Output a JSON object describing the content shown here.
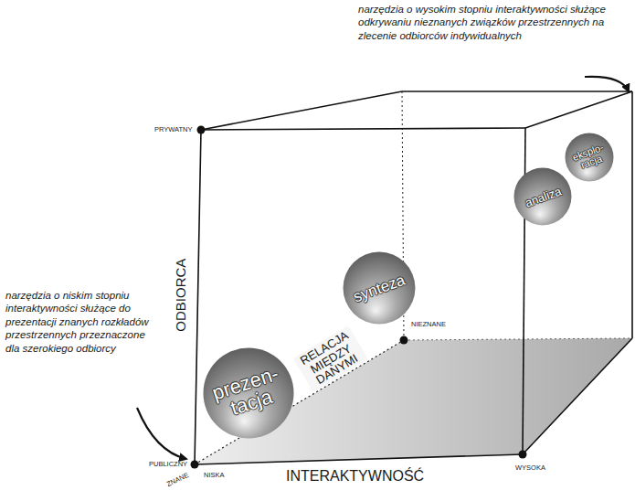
{
  "diagram": {
    "nodes": [
      {
        "text": [
          "eksplo- racja"
        ]
      },
      {
        "text": [
          "analiza"
        ]
      },
      {
        "text": [
          "synteza"
        ]
      },
      {
        "text": [
          "prezen- tacja"
        ]
      }
    ],
    "labels": [
      "narzędzia o wysokim stopniu interaktywności służące odkrywaniu nieznanych związków przestrzennych na zlecenie odbiorców indywidualnych",
      "PRYWATNY",
      "ODBIORCA",
      "NIEZNANE",
      "RELACJA MIĘDZY DANYMI",
      "narzędzia o niskim stopniu interaktywności służące do prezentacji znanych rozkładów przestrzennych przeznaczone dla szerokiego odbiorcy",
      "PUBLICZNY",
      "ZNANE",
      "NISKA",
      "INTERAKTYWNOŚĆ",
      "WYSOKA"
    ]
  }
}
